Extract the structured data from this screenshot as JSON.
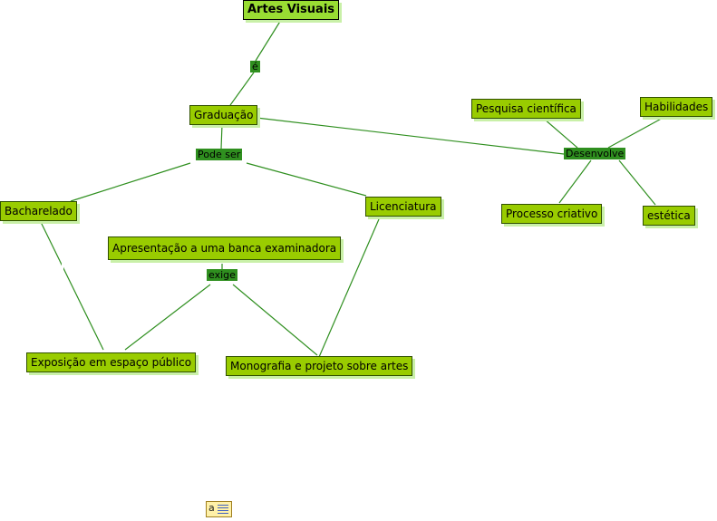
{
  "nodes": {
    "artes_visuais": "Artes Visuais",
    "graduacao": "Graduação",
    "bacharelado": "Bacharelado",
    "licenciatura": "Licenciatura",
    "apresentacao": "Apresentação a uma banca examinadora",
    "exposicao": "Exposição em espaço público",
    "monografia": "Monografia e projeto sobre artes",
    "pesquisa": "Pesquisa científica",
    "habilidades": "Habilidades",
    "processo": "Processo criativo",
    "estetica": "estética"
  },
  "links": {
    "e": "é",
    "pode_ser": "Pode ser",
    "exige": "exige",
    "desenvolve": "Desenvolve"
  },
  "note_icon": "note-icon",
  "colors": {
    "concept_fill": "#99cc00",
    "link_fill": "#2f8f1f",
    "edge": "#2f8f1f",
    "shadow": "#c9f0a8"
  }
}
